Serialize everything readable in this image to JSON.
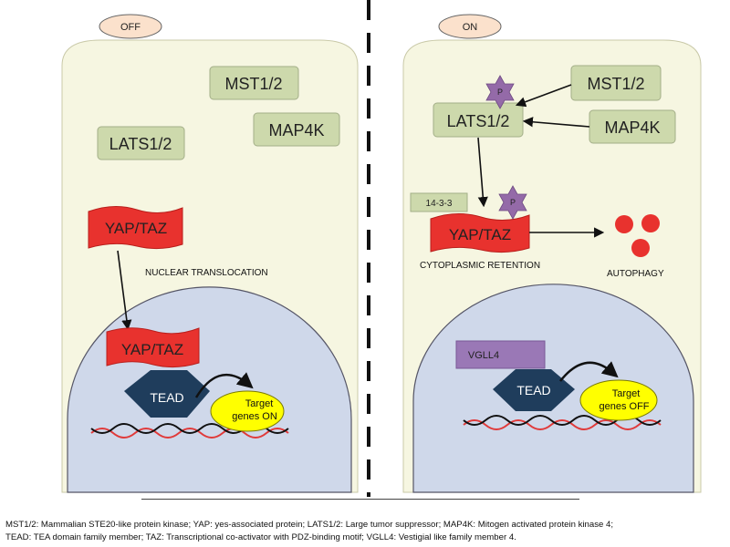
{
  "off_panel": {
    "state": "OFF",
    "mst": "MST1/2",
    "map4k": "MAP4K",
    "lats": "LATS1/2",
    "yap": "YAP/TAZ",
    "translocation": "NUCLEAR TRANSLOCATION",
    "nucleus_yap": "YAP/TAZ",
    "tead": "TEAD",
    "target_line1": "Target",
    "target_line2": "genes ON"
  },
  "on_panel": {
    "state": "ON",
    "mst": "MST1/2",
    "map4k": "MAP4K",
    "lats": "LATS1/2",
    "phospho_lats": "P",
    "phospho_yap": "P",
    "protein_1433": "14-3-3",
    "yap": "YAP/TAZ",
    "retention": "CYTOPLASMIC RETENTION",
    "autophagy": "AUTOPHAGY",
    "vgll4": "VGLL4",
    "tead": "TEAD",
    "target_line1": "Target",
    "target_line2": "genes OFF"
  },
  "caption": {
    "line1": "MST1/2: Mammalian STE20-like protein kinase; YAP:  yes-associated protein; LATS1/2: Large tumor suppressor; MAP4K: Mitogen activated protein kinase 4;",
    "line2": "TEAD: TEA domain family member; TAZ: Transcriptional co-activator with PDZ-binding motif; VGLL4: Vestigial like family member 4."
  },
  "colors": {
    "cell": "#f6f6e1",
    "nucleus": "#cfd8ea",
    "kinase_box": "#cdd9ac",
    "yap": "#e8322e",
    "tead": "#1f3d5c",
    "target": "#ffff00",
    "vgll4": "#9a78b6",
    "phospho_star": "#946aa8",
    "state_pill": "#fbe1cc"
  }
}
